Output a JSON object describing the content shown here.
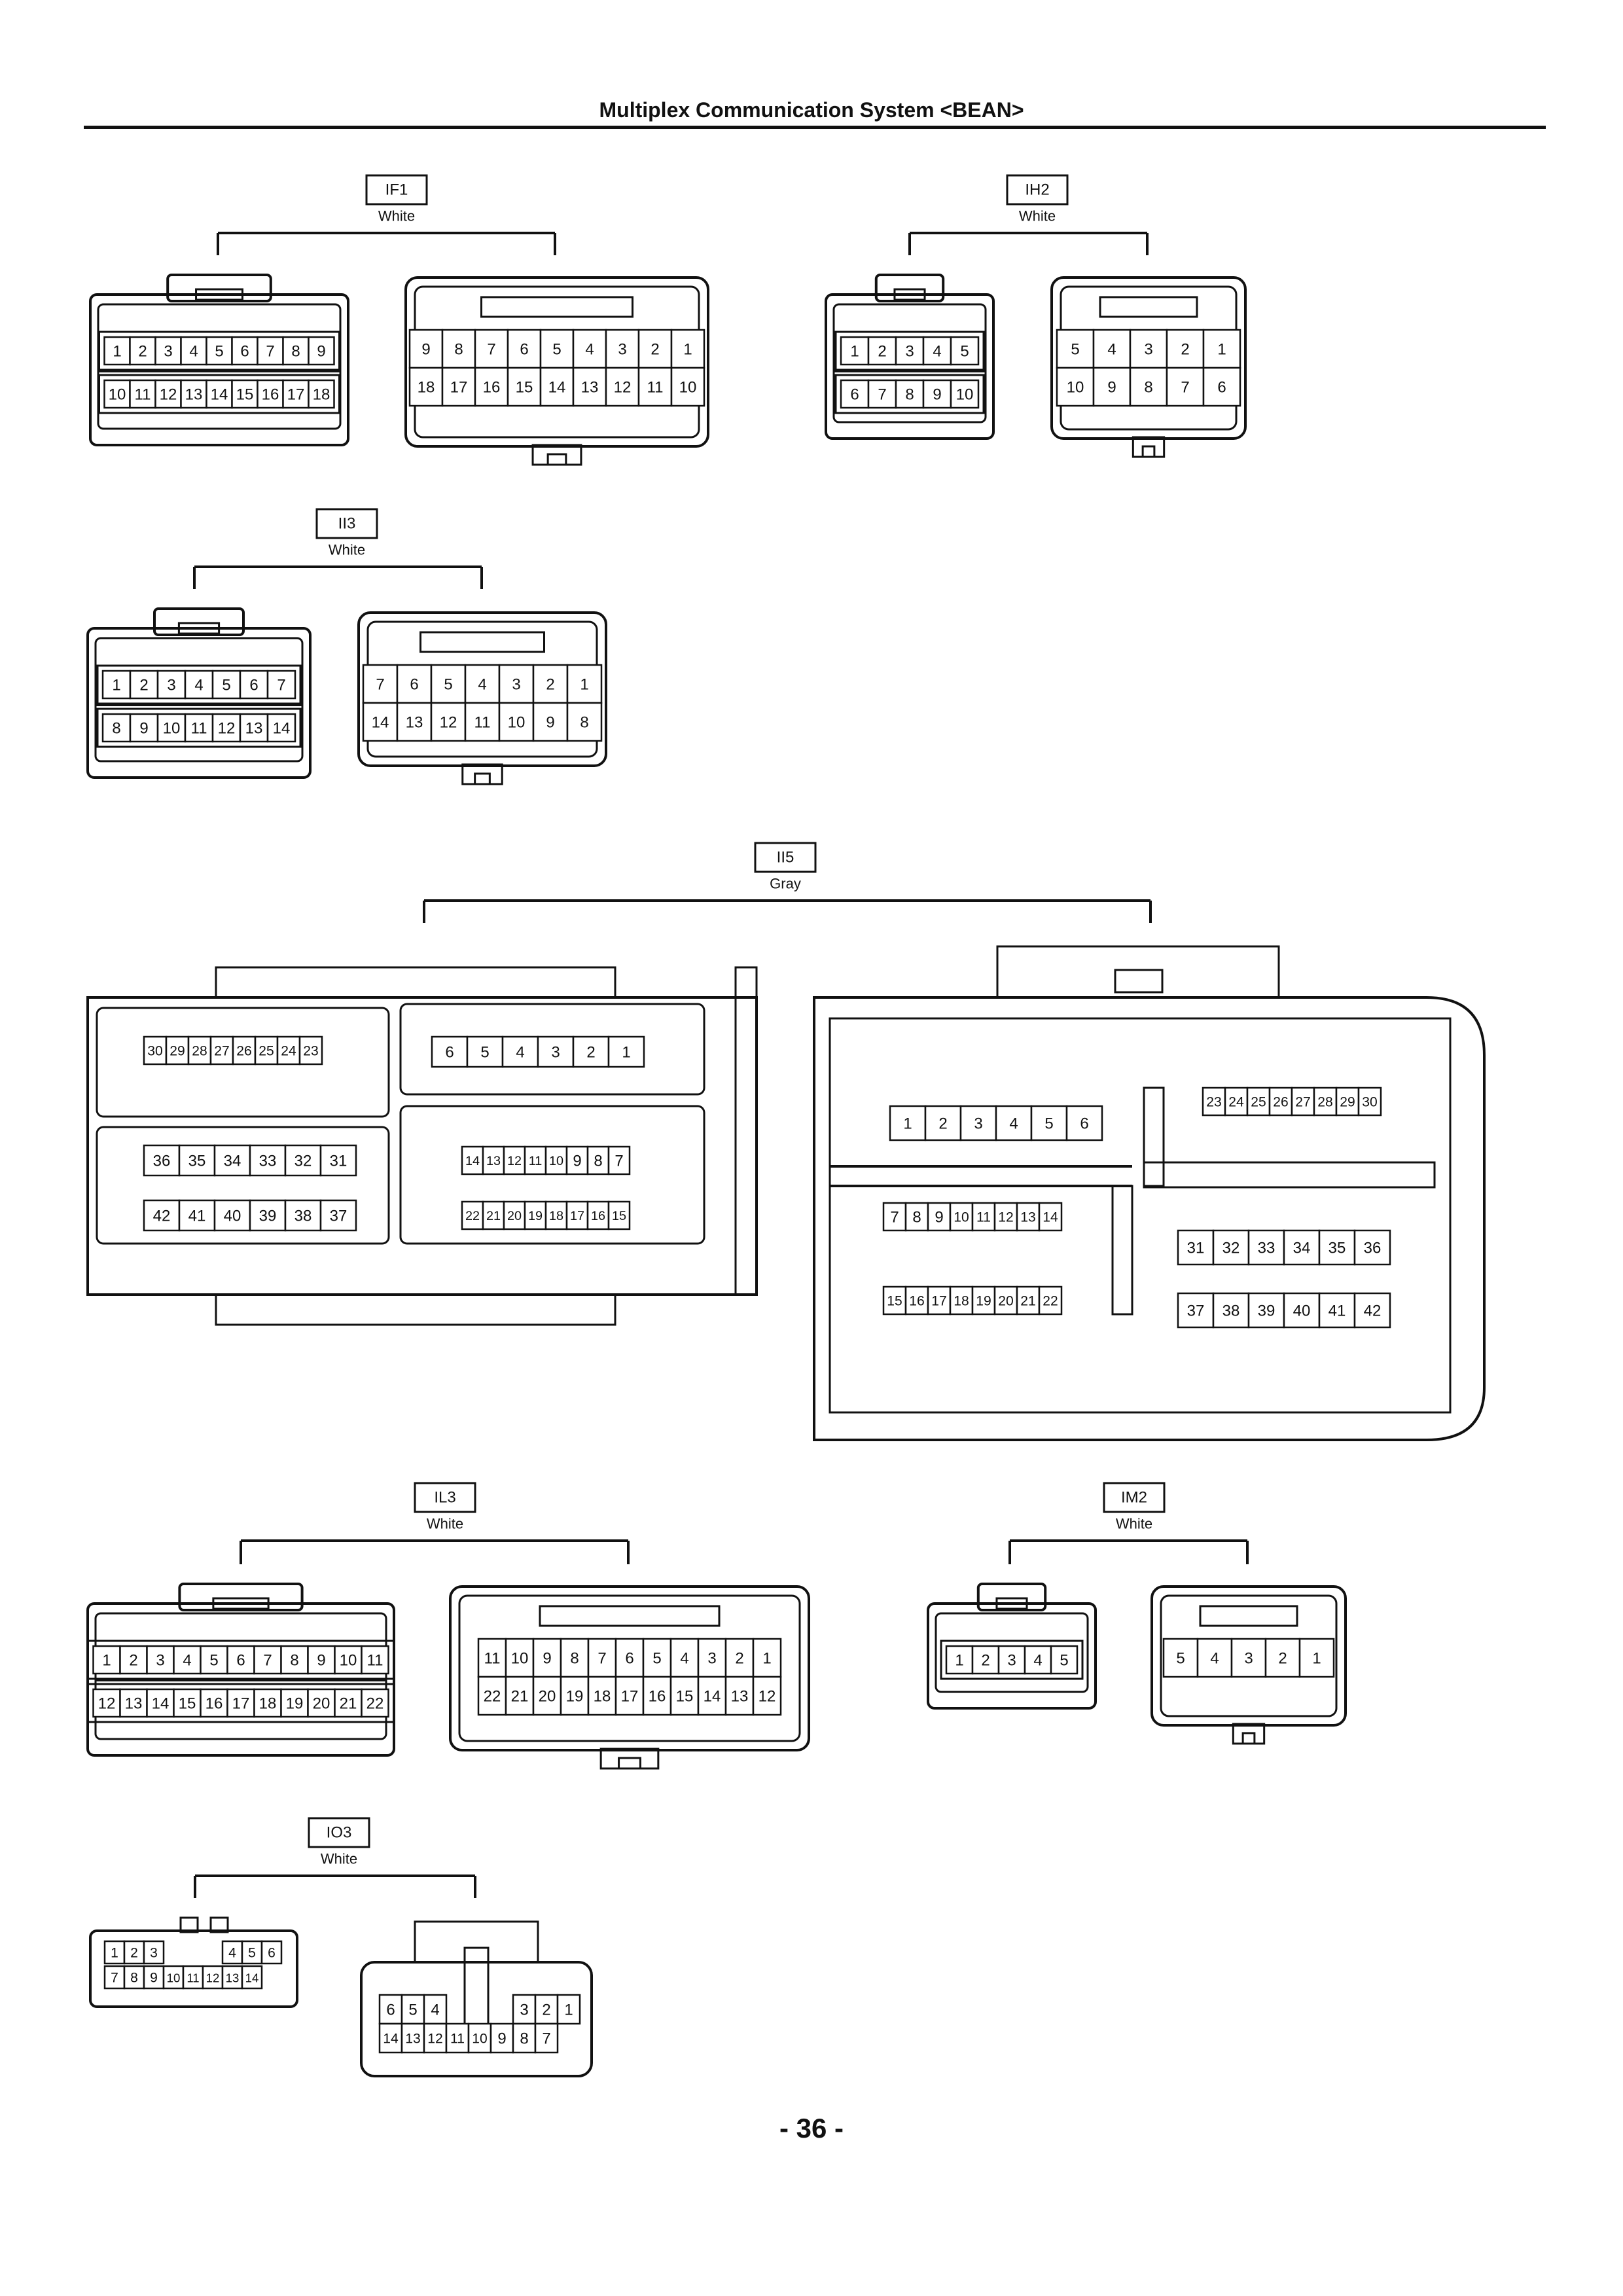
{
  "page": {
    "title": "Multiplex Communication System <BEAN>",
    "page_number": "- 36 -"
  },
  "connectors": [
    {
      "id": "IF1",
      "color": "White",
      "views": [
        {
          "rows": [
            [
              "1",
              "2",
              "3",
              "4",
              "5",
              "6",
              "7",
              "8",
              "9"
            ],
            [
              "10",
              "11",
              "12",
              "13",
              "14",
              "15",
              "16",
              "17",
              "18"
            ]
          ]
        },
        {
          "rows": [
            [
              "9",
              "8",
              "7",
              "6",
              "5",
              "4",
              "3",
              "2",
              "1"
            ],
            [
              "18",
              "17",
              "16",
              "15",
              "14",
              "13",
              "12",
              "11",
              "10"
            ]
          ]
        }
      ]
    },
    {
      "id": "IH2",
      "color": "White",
      "views": [
        {
          "rows": [
            [
              "1",
              "2",
              "3",
              "4",
              "5"
            ],
            [
              "6",
              "7",
              "8",
              "9",
              "10"
            ]
          ]
        },
        {
          "rows": [
            [
              "5",
              "4",
              "3",
              "2",
              "1"
            ],
            [
              "10",
              "9",
              "8",
              "7",
              "6"
            ]
          ]
        }
      ]
    },
    {
      "id": "II3",
      "color": "White",
      "views": [
        {
          "rows": [
            [
              "1",
              "2",
              "3",
              "4",
              "5",
              "6",
              "7"
            ],
            [
              "8",
              "9",
              "10",
              "11",
              "12",
              "13",
              "14"
            ]
          ]
        },
        {
          "rows": [
            [
              "7",
              "6",
              "5",
              "4",
              "3",
              "2",
              "1"
            ],
            [
              "14",
              "13",
              "12",
              "11",
              "10",
              "9",
              "8"
            ]
          ]
        }
      ]
    },
    {
      "id": "II5",
      "color": "Gray",
      "views": [
        {
          "blocks": [
            [
              "30",
              "29",
              "28",
              "27",
              "26",
              "25",
              "24",
              "23"
            ],
            [
              "6",
              "5",
              "4",
              "3",
              "2",
              "1"
            ],
            [
              "36",
              "35",
              "34",
              "33",
              "32",
              "31"
            ],
            [
              "42",
              "41",
              "40",
              "39",
              "38",
              "37"
            ],
            [
              "14",
              "13",
              "12",
              "11",
              "10",
              "9",
              "8",
              "7"
            ],
            [
              "22",
              "21",
              "20",
              "19",
              "18",
              "17",
              "16",
              "15"
            ]
          ]
        },
        {
          "blocks": [
            [
              "1",
              "2",
              "3",
              "4",
              "5",
              "6"
            ],
            [
              "23",
              "24",
              "25",
              "26",
              "27",
              "28",
              "29",
              "30"
            ],
            [
              "7",
              "8",
              "9",
              "10",
              "11",
              "12",
              "13",
              "14"
            ],
            [
              "31",
              "32",
              "33",
              "34",
              "35",
              "36"
            ],
            [
              "15",
              "16",
              "17",
              "18",
              "19",
              "20",
              "21",
              "22"
            ],
            [
              "37",
              "38",
              "39",
              "40",
              "41",
              "42"
            ]
          ]
        }
      ]
    },
    {
      "id": "IL3",
      "color": "White",
      "views": [
        {
          "rows": [
            [
              "1",
              "2",
              "3",
              "4",
              "5",
              "6",
              "7",
              "8",
              "9",
              "10",
              "11"
            ],
            [
              "12",
              "13",
              "14",
              "15",
              "16",
              "17",
              "18",
              "19",
              "20",
              "21",
              "22"
            ]
          ]
        },
        {
          "rows": [
            [
              "11",
              "10",
              "9",
              "8",
              "7",
              "6",
              "5",
              "4",
              "3",
              "2",
              "1"
            ],
            [
              "22",
              "21",
              "20",
              "19",
              "18",
              "17",
              "16",
              "15",
              "14",
              "13",
              "12"
            ]
          ]
        }
      ]
    },
    {
      "id": "IM2",
      "color": "White",
      "views": [
        {
          "rows": [
            [
              "1",
              "2",
              "3",
              "4",
              "5"
            ]
          ]
        },
        {
          "rows": [
            [
              "5",
              "4",
              "3",
              "2",
              "1"
            ]
          ]
        }
      ]
    },
    {
      "id": "IO3",
      "color": "White",
      "views": [
        {
          "rows": [
            [
              "1",
              "2",
              "3",
              "",
              "",
              "",
              "4",
              "5",
              "6"
            ],
            [
              "7",
              "8",
              "9",
              "10",
              "11",
              "12",
              "13",
              "14"
            ]
          ]
        },
        {
          "rows": [
            [
              "6",
              "5",
              "4",
              "",
              "",
              "",
              "3",
              "2",
              "1"
            ],
            [
              "14",
              "13",
              "12",
              "11",
              "10",
              "9",
              "8",
              "7"
            ]
          ]
        }
      ]
    }
  ]
}
